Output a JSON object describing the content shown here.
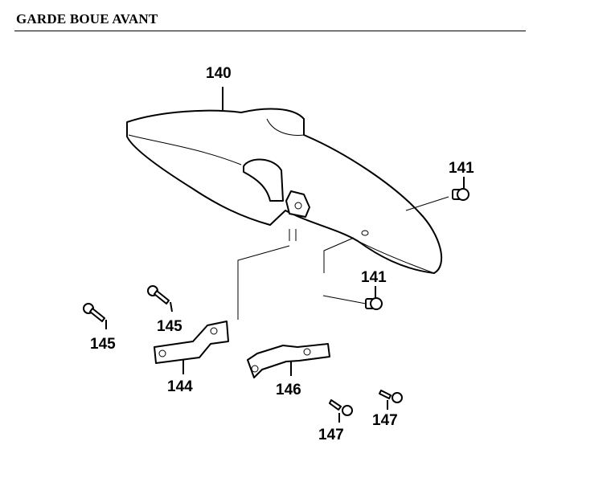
{
  "page": {
    "title": "GARDE BOUE AVANT"
  },
  "callouts": {
    "fender": "140",
    "screw_upper": "141",
    "screw_lower": "141",
    "bracket_left": "144",
    "bolt_left_a": "145",
    "bolt_left_b": "145",
    "bracket_right": "146",
    "bolt_right_a": "147",
    "bolt_right_b": "147"
  }
}
